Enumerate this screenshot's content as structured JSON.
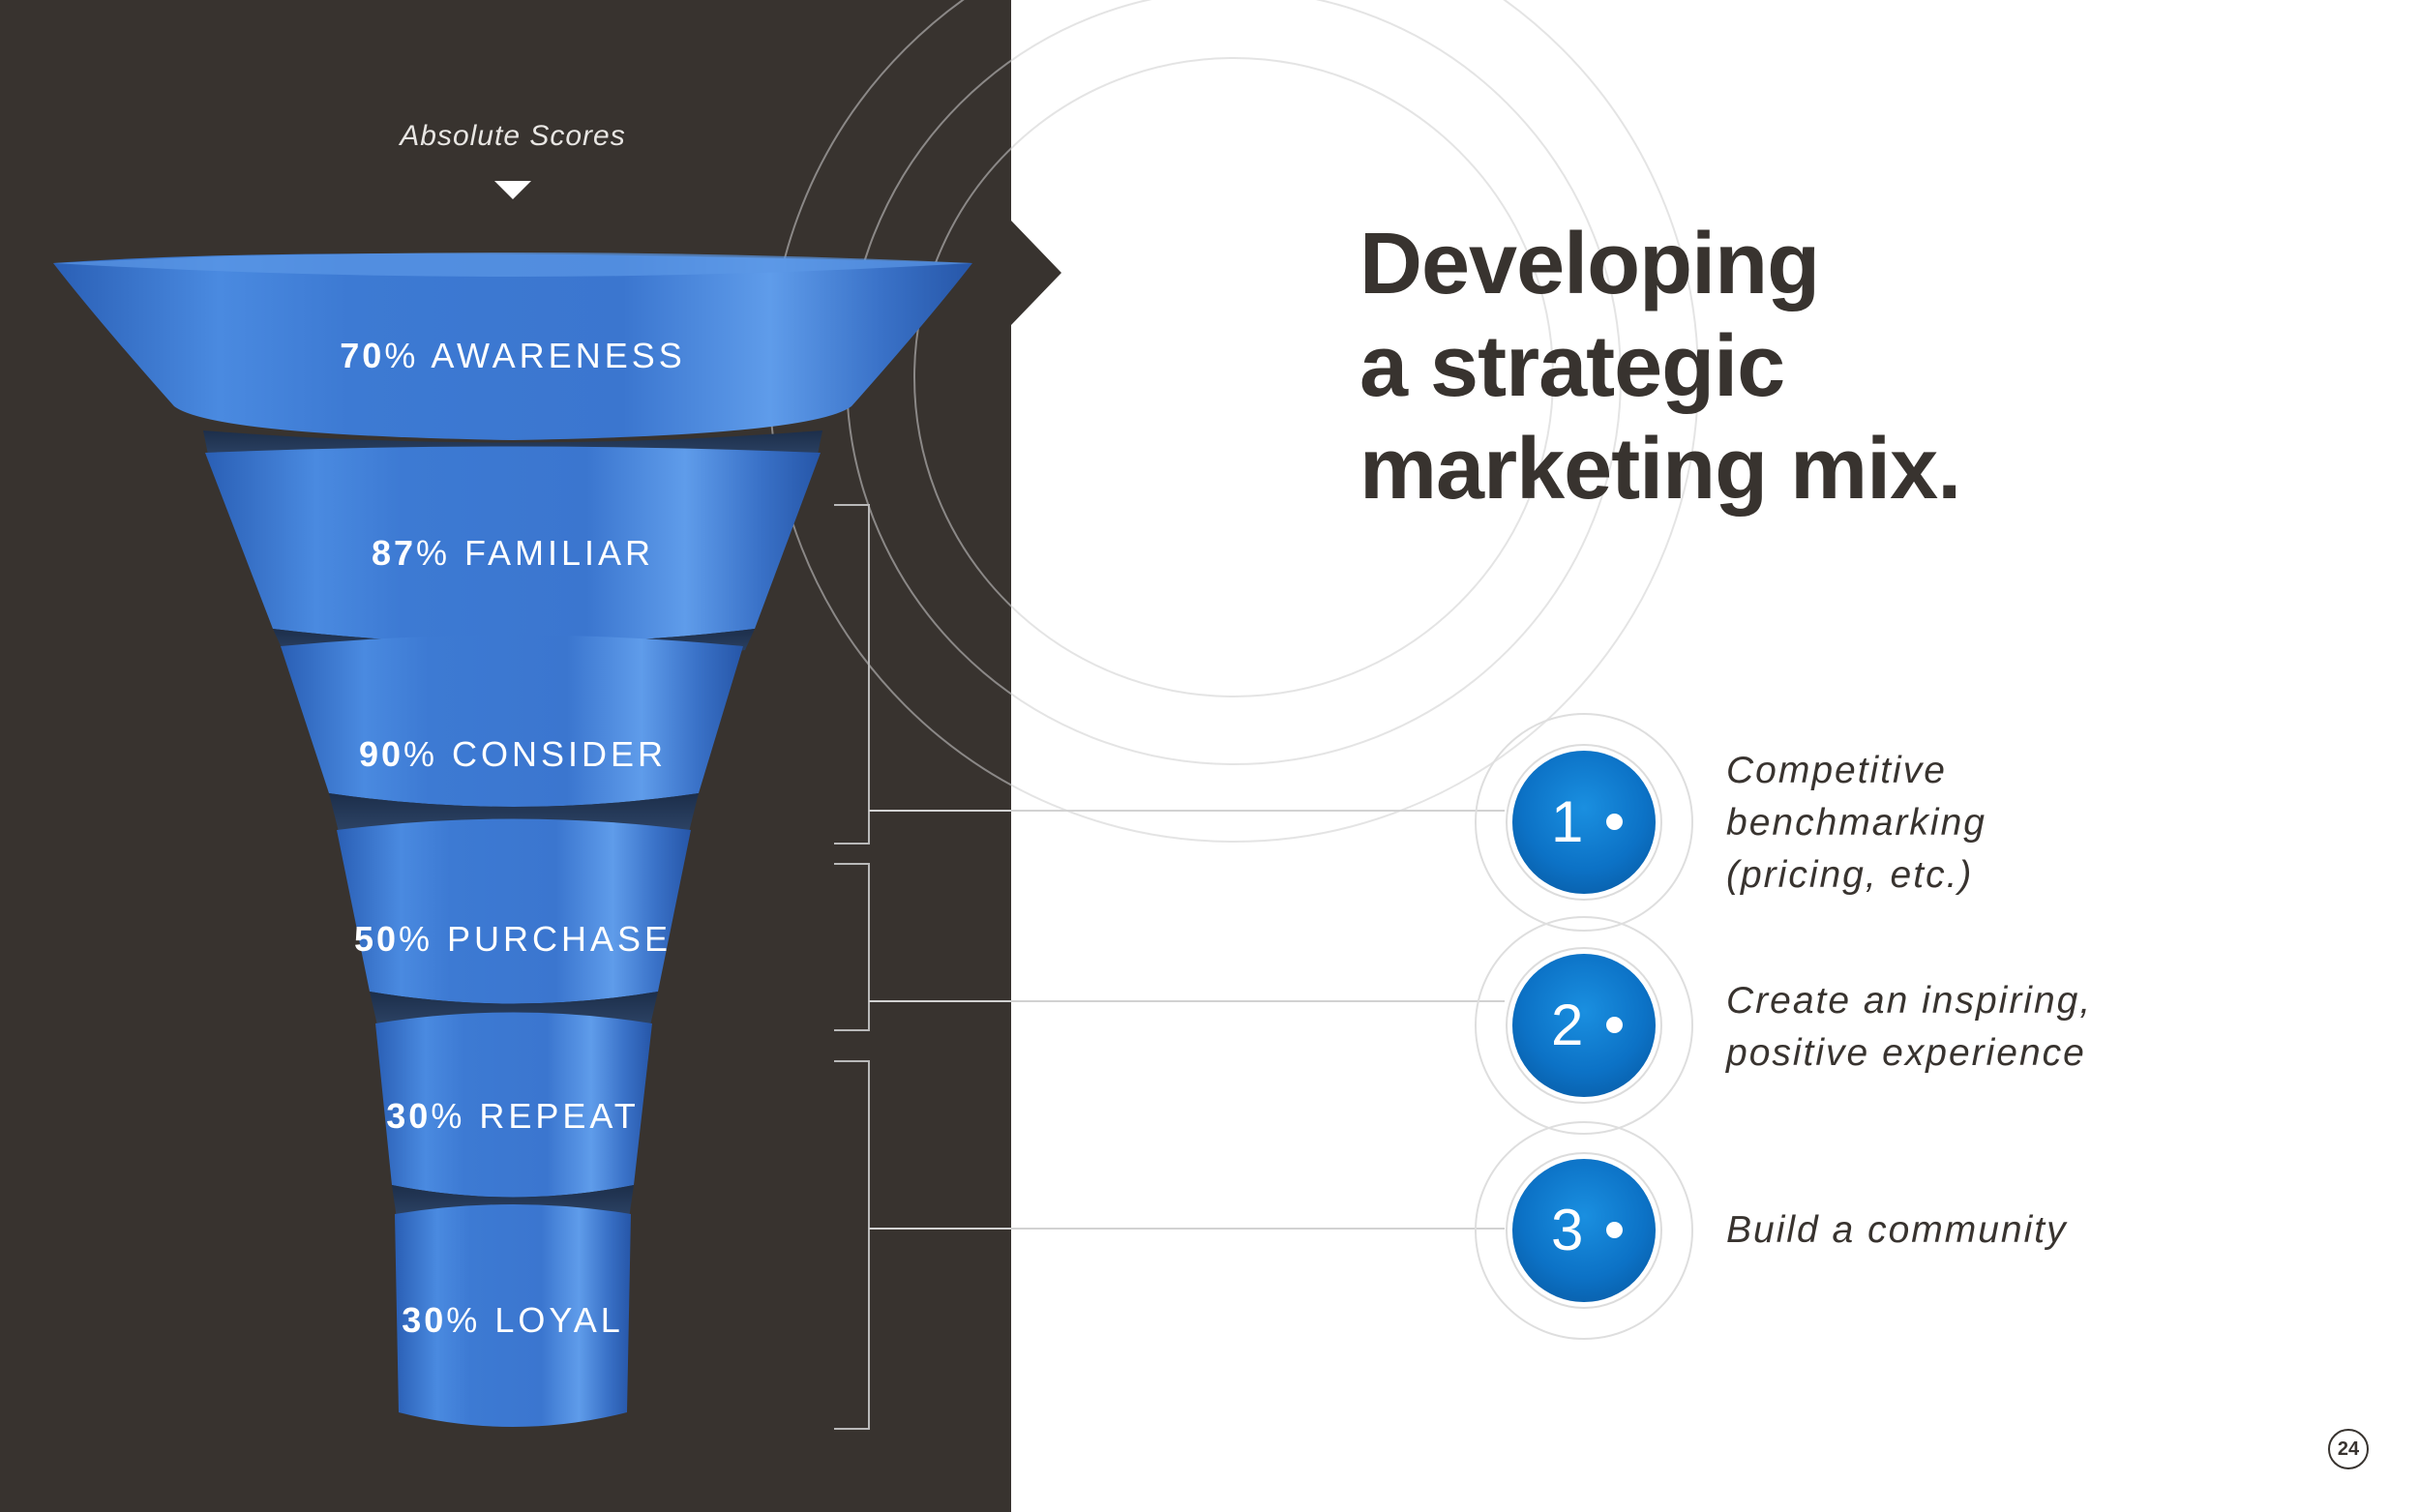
{
  "funnel": {
    "header": "Absolute Scores",
    "stages": [
      {
        "pct": "70",
        "unit": "%",
        "name": "AWARENESS"
      },
      {
        "pct": "87",
        "unit": "%",
        "name": "FAMILIAR"
      },
      {
        "pct": "90",
        "unit": "%",
        "name": "CONSIDER"
      },
      {
        "pct": "50",
        "unit": "%",
        "name": "PURCHASE"
      },
      {
        "pct": "30",
        "unit": "%",
        "name": "REPEAT"
      },
      {
        "pct": "30",
        "unit": "%",
        "name": "LOYAL"
      }
    ]
  },
  "title": {
    "line1": "Developing",
    "line2": "a strategic",
    "line3": "marketing mix."
  },
  "items": [
    {
      "number": "1",
      "lines": [
        "Competitive",
        "benchmarking",
        "(pricing, etc.)"
      ]
    },
    {
      "number": "2",
      "lines": [
        "Create an inspiring,",
        "positive experience"
      ]
    },
    {
      "number": "3",
      "lines": [
        "Build a community"
      ]
    }
  ],
  "page_number": "24",
  "colors": {
    "dark_panel": "#38332f",
    "funnel_blue": "#3f7fd6",
    "accent_blue": "#0c72c6",
    "text_dark": "#38332f"
  },
  "icons": [
    "down-triangle-icon",
    "bullet-dot-icon"
  ]
}
